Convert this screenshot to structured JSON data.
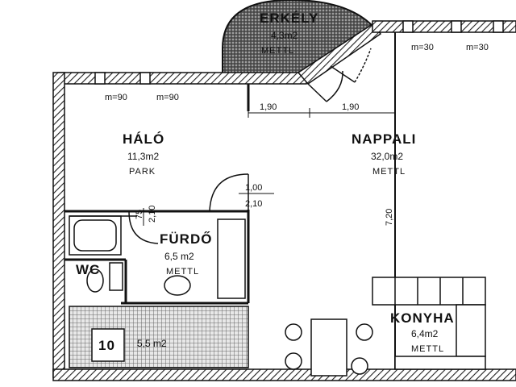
{
  "rooms": {
    "balcony": {
      "name": "ERKÉLY",
      "area": "4,3m2",
      "floor": "METTL"
    },
    "bedroom": {
      "name": "HÁLÓ",
      "area": "11,3m2",
      "floor": "PARK"
    },
    "living": {
      "name": "NAPPALI",
      "area": "32,0m2",
      "floor": "METTL"
    },
    "bathroom": {
      "name": "FÜRDŐ",
      "area": "6,5 m2",
      "floor": "METTL"
    },
    "wc": {
      "name": "WC"
    },
    "kitchen": {
      "name": "KONYHA",
      "area": "6,4m2",
      "floor": "METTL"
    },
    "storage": {
      "number": "10",
      "area": "5,5 m2"
    }
  },
  "dimensions": {
    "window_m90_a": "m=90",
    "window_m90_b": "m=90",
    "window_m30_a": "m=30",
    "window_m30_b": "m=30",
    "span_left": "1,90",
    "span_right": "1,90",
    "door_width": "1,00",
    "door_height": "2,10",
    "bath_door_w": "75",
    "bath_door_h": "2,10",
    "living_length": "7,20"
  }
}
